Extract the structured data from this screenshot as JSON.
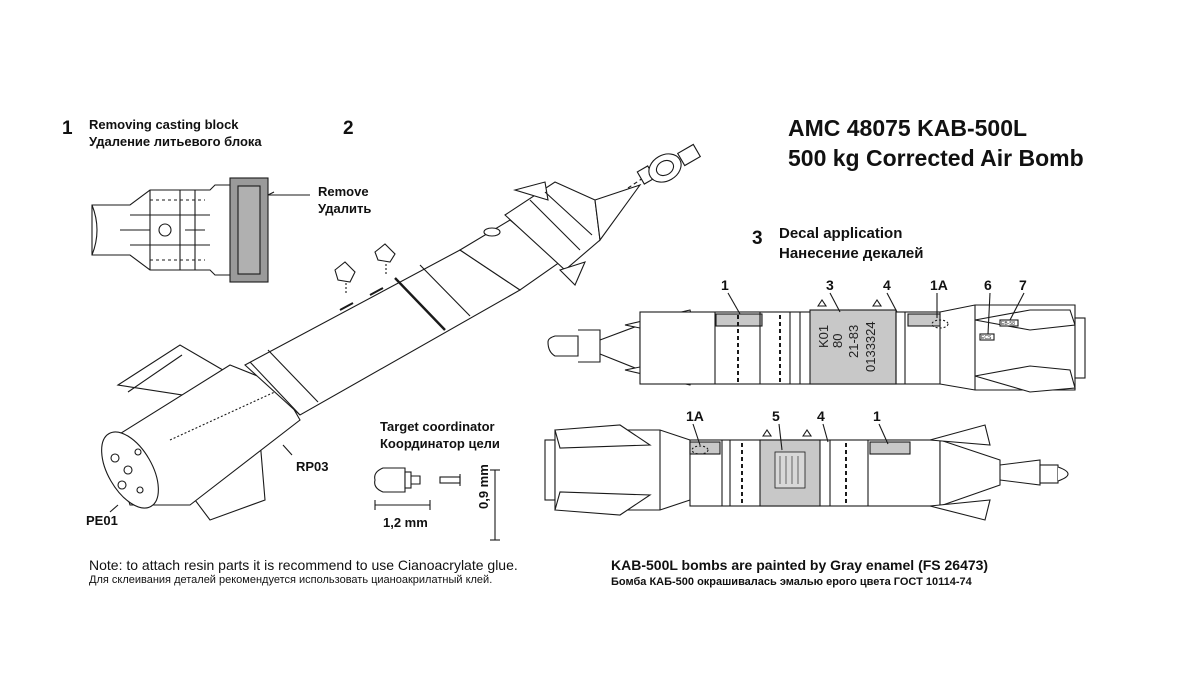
{
  "header": {
    "title_line1": "AMC 48075   KAB-500L",
    "title_line2": "500 kg Corrected Air Bomb"
  },
  "step1": {
    "num": "1",
    "title_en": "Removing casting block",
    "title_ru": "Удаление литьевого блока",
    "remove_en": "Remove",
    "remove_ru": "Удалить"
  },
  "step2": {
    "num": "2",
    "part_rp": "RP03",
    "part_pe": "PE01"
  },
  "coordinator": {
    "title_en": "Target coordinator",
    "title_ru": "Координатор цели",
    "dim_length": "1,2 mm",
    "dim_diameter": "0,9 mm"
  },
  "step3": {
    "num": "3",
    "title_en": "Decal application",
    "title_ru": "Нанесение декалей",
    "top_callouts": [
      "1",
      "3",
      "4",
      "1A",
      "6",
      "7"
    ],
    "bottom_callouts": [
      "1A",
      "5",
      "4",
      "1"
    ],
    "stencil_top": [
      "K01",
      "80",
      "21-83",
      "0133324"
    ],
    "tag_small_a": "ECS",
    "tag_small_b": "EB-58"
  },
  "footer": {
    "note_en": "Note: to attach resin parts it is recommend to use Cianoacrylate glue.",
    "note_ru": "Для склеивания деталей рекомендуется использовать цианоакрилатный клей.",
    "paint_en": "KAB-500L bombs are painted by Gray enamel (FS 26473)",
    "paint_ru": "Бомба КАБ-500 окрашивалась эмалью ерого цвета ГОСТ 10114-74"
  },
  "colors": {
    "outline": "#1a1a1a",
    "decal_gray": "#c8c8c8",
    "casting_gray": "#9a9a9a",
    "body_white": "#ffffff"
  }
}
